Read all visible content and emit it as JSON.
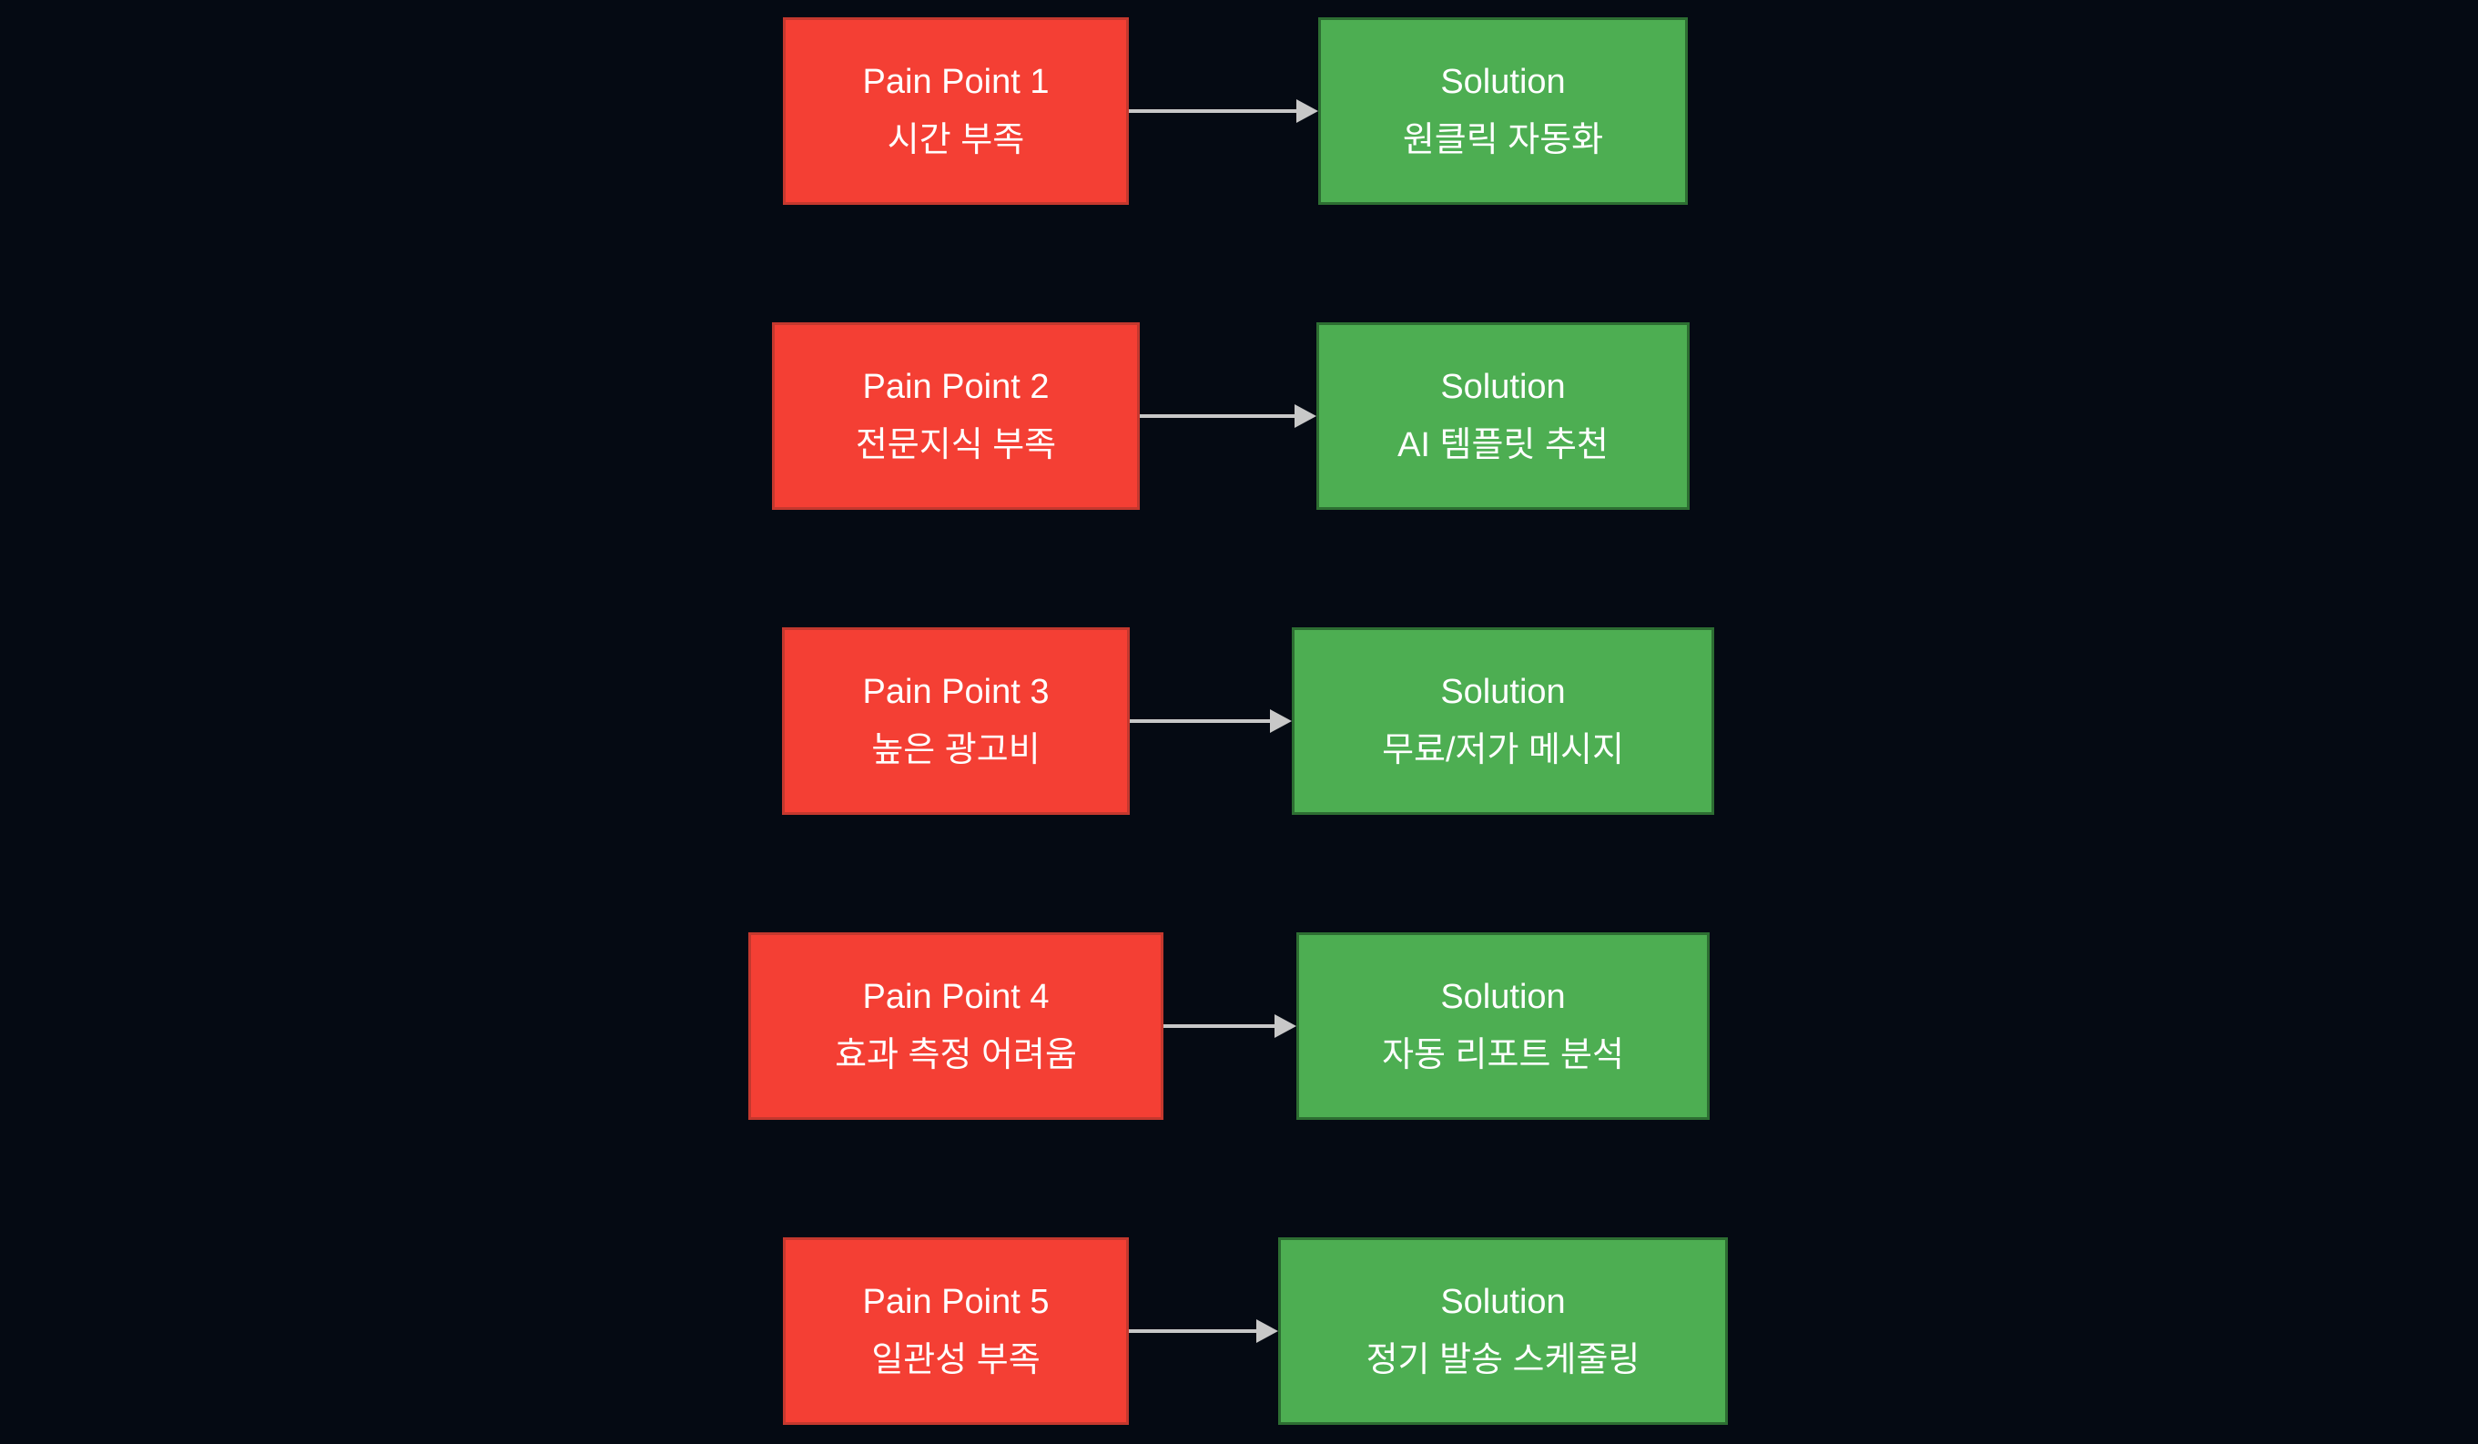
{
  "diagram": {
    "type": "flowchart-pain-solution-mapping",
    "colors": {
      "background": "#050a13",
      "pain_fill": "#f43f34",
      "pain_border": "#c4382e",
      "solution_fill": "#4dae52",
      "solution_border": "#2d6e32",
      "arrow": "#c8c8c8",
      "text": "#ffffff"
    },
    "rows": [
      {
        "pain_title": "Pain Point 1",
        "pain_subtitle": "시간 부족",
        "solution_title": "Solution",
        "solution_subtitle": "원클릭 자동화"
      },
      {
        "pain_title": "Pain Point 2",
        "pain_subtitle": "전문지식 부족",
        "solution_title": "Solution",
        "solution_subtitle": "AI 템플릿 추천"
      },
      {
        "pain_title": "Pain Point 3",
        "pain_subtitle": "높은 광고비",
        "solution_title": "Solution",
        "solution_subtitle": "무료/저가 메시지"
      },
      {
        "pain_title": "Pain Point 4",
        "pain_subtitle": "효과 측정 어려움",
        "solution_title": "Solution",
        "solution_subtitle": "자동 리포트 분석"
      },
      {
        "pain_title": "Pain Point 5",
        "pain_subtitle": "일관성 부족",
        "solution_title": "Solution",
        "solution_subtitle": "정기 발송 스케줄링"
      }
    ]
  }
}
